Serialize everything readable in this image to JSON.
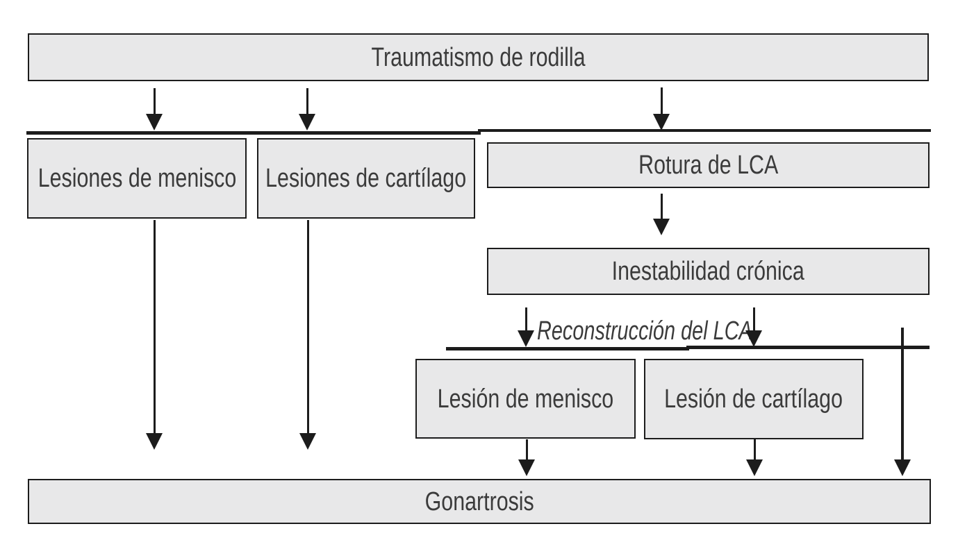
{
  "nodes": {
    "traumatismo": {
      "label": "Traumatismo de rodilla"
    },
    "lesiones_menisco": {
      "label": "Lesiones de menisco"
    },
    "lesiones_cartilago": {
      "label": "Lesiones de cartílago"
    },
    "rotura_lca": {
      "label": "Rotura de LCA"
    },
    "inestabilidad": {
      "label": "Inestabilidad crónica"
    },
    "lesion_menisco": {
      "label": "Lesión de menisco"
    },
    "lesion_cartilago": {
      "label": "Lesión de cartílago"
    },
    "gonartrosis": {
      "label": "Gonartrosis"
    }
  },
  "annotations": {
    "reconstruccion": {
      "label": "Reconstrucción del LCA"
    }
  },
  "colors": {
    "node_fill": "#e8e8e9",
    "node_border": "#1c1c1c",
    "line": "#1c1c1c",
    "text": "#3b3b3b",
    "background": "#ffffff"
  }
}
